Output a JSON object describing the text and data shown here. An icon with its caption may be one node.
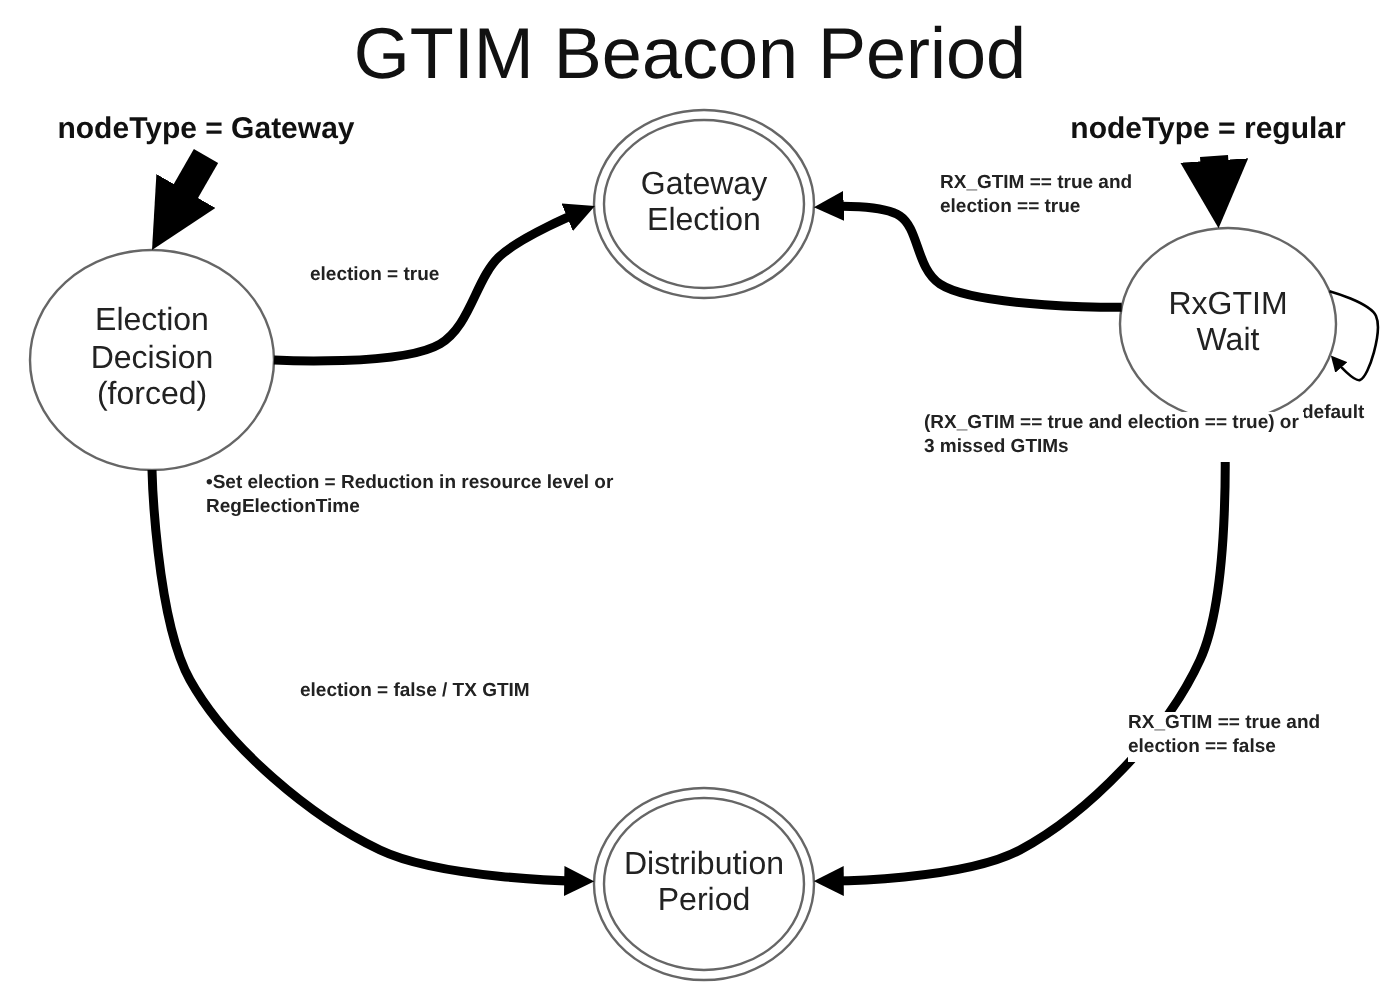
{
  "diagram": {
    "title": "GTIM Beacon Period",
    "nodes": [
      {
        "text": [
          "nodeType = Gateway"
        ]
      },
      {
        "text": [
          "Election Decision (forced)"
        ]
      },
      {
        "text": [
          "Gateway Election"
        ]
      },
      {
        "text": [
          "nodeType = regular"
        ]
      },
      {
        "text": [
          "RxGTIM Wait"
        ]
      },
      {
        "text": [
          "Distribution Period"
        ]
      }
    ],
    "edges": [
      {
        "from": 0,
        "to": 1,
        "arrow": "to",
        "style": "thick"
      },
      {
        "from": 3,
        "to": 4,
        "arrow": "to",
        "style": "thick"
      },
      {
        "from": 1,
        "to": 2,
        "arrow": "to",
        "label": "election = true"
      },
      {
        "from": 4,
        "to": 2,
        "arrow": "to",
        "label": "RX_GTIM == true and election == true"
      },
      {
        "from": 4,
        "to": 4,
        "arrow": "to",
        "label": "default"
      },
      {
        "from": 1,
        "to": 5,
        "arrow": "to",
        "label": "election = false / TX GTIM"
      },
      {
        "from": 4,
        "to": 5,
        "arrow": "to",
        "label": "RX_GTIM == true and election == false"
      }
    ],
    "labels": [
      "(RX_GTIM == true and election == true) or 3 missed GTIMs",
      "•Set election = Reduction in resource level or RegElectionTime"
    ]
  }
}
